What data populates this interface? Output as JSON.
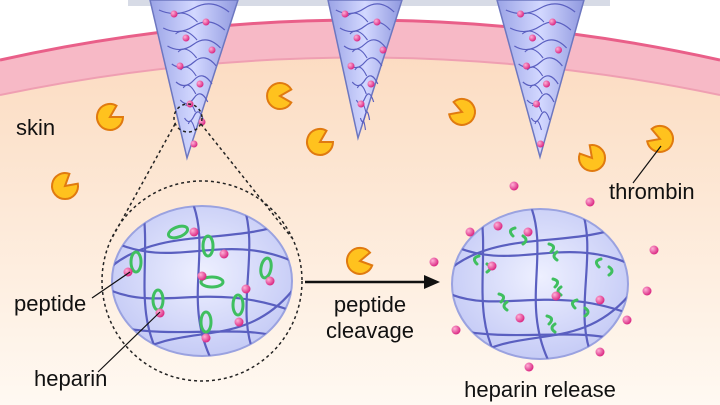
{
  "labels": {
    "skin": "skin",
    "thrombin": "thrombin",
    "peptide": "peptide",
    "heparin": "heparin",
    "cleavage_line1": "peptide",
    "cleavage_line2": "cleavage",
    "heparin_release": "heparin release"
  },
  "colors": {
    "skin_top": "#fbe0c8",
    "skin_bottom": "#fff7ef",
    "skin_stripe": "#f4a7b6",
    "skin_line": "#e8608a",
    "needle": "#b7bff0",
    "needle_edge": "#7a84c8",
    "network": "#5a5fc0",
    "gel_fill": "#dbe0ff",
    "heparin_dot": "#e83f93",
    "peptide_ring": "#3fbf5f",
    "thrombin": "#ffc21e",
    "thrombin_edge": "#e07a10"
  },
  "icons": {
    "enzyme": "thrombin-pacman-icon",
    "arrow": "arrow-right-icon"
  }
}
